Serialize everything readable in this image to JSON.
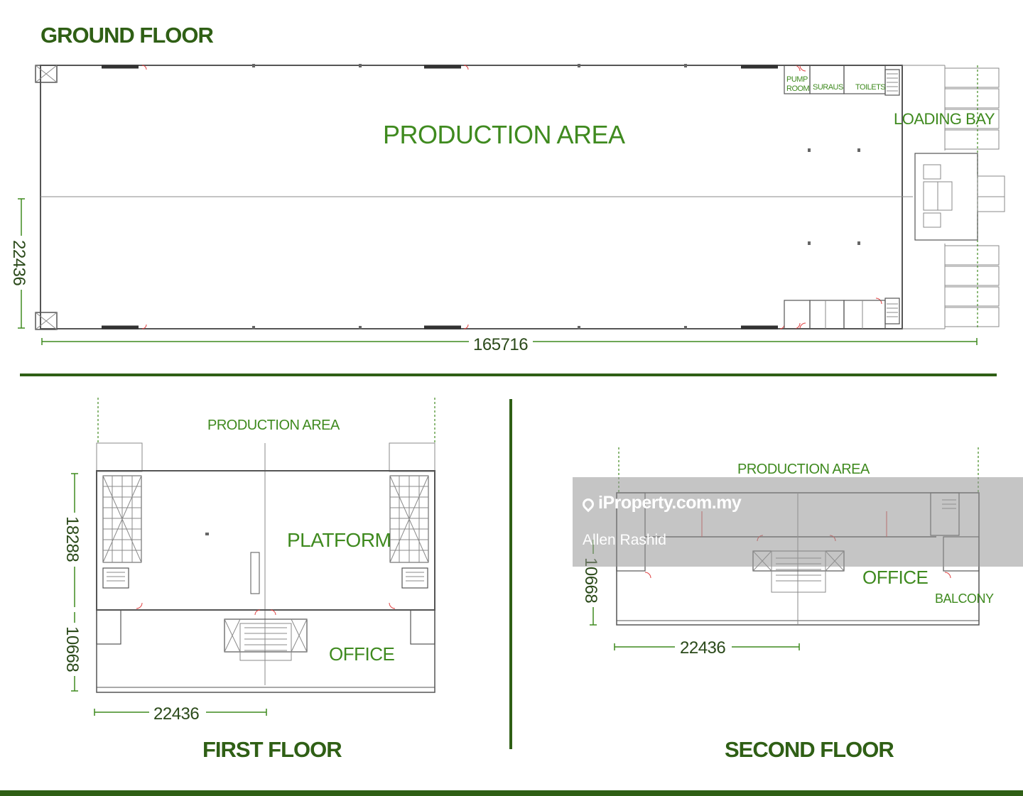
{
  "ground_floor": {
    "title": "GROUND FLOOR",
    "production_area": "PRODUCTION AREA",
    "pump_room_line1": "PUMP",
    "pump_room_line2": "ROOM",
    "suraus": "SURAUS",
    "toilets": "TOILETS",
    "loading_bay": "LOADING BAY",
    "dim_width": "165716",
    "dim_depth": "22436"
  },
  "first_floor": {
    "title": "FIRST FLOOR",
    "production_area": "PRODUCTION AREA",
    "platform": "PLATFORM",
    "office": "OFFICE",
    "dim_platform_depth": "18288",
    "dim_office_depth": "10668",
    "dim_width": "22436"
  },
  "second_floor": {
    "title": "SECOND FLOOR",
    "production_area": "PRODUCTION AREA",
    "office": "OFFICE",
    "balcony": "BALCONY",
    "dim_office_depth": "10668",
    "dim_width": "22436"
  },
  "watermark": {
    "site": "iProperty.com.my",
    "author": "Allen Rashid"
  },
  "colors": {
    "title_green": "#2f5f15",
    "label_green": "#3f8a1f",
    "divider_green": "#2f5f15",
    "wall_grey": "#555555",
    "door_red": "#e04040"
  }
}
